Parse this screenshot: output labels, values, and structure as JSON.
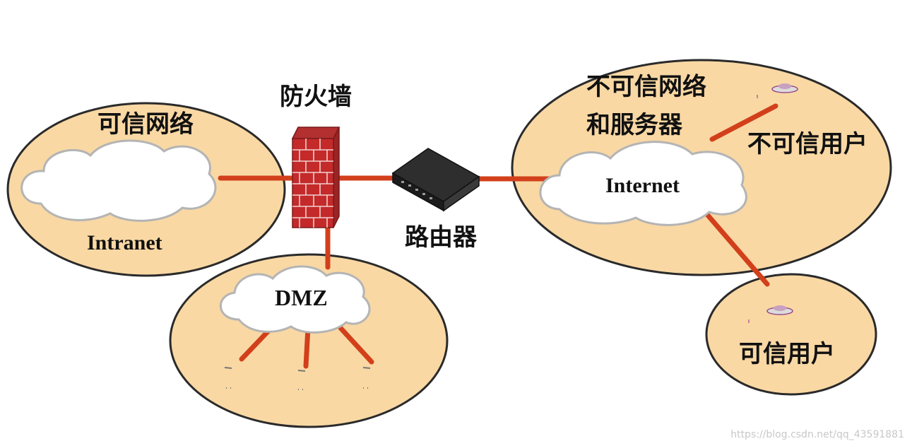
{
  "labels": {
    "firewall": "防火墙",
    "router": "路由器",
    "trusted_network": "可信网络",
    "intranet": "Intranet",
    "dmz": "DMZ",
    "untrusted_network_line1": "不可信网络",
    "untrusted_network_line2": "和服务器",
    "internet": "Internet",
    "untrusted_user": "不可信用户",
    "trusted_user": "可信用户"
  },
  "watermark": "https://blog.csdn.net/qq_43591881",
  "colors": {
    "zone_fill": "#f9d8a4",
    "link": "#d2401b",
    "firewall_brick": "#c42a2a"
  }
}
